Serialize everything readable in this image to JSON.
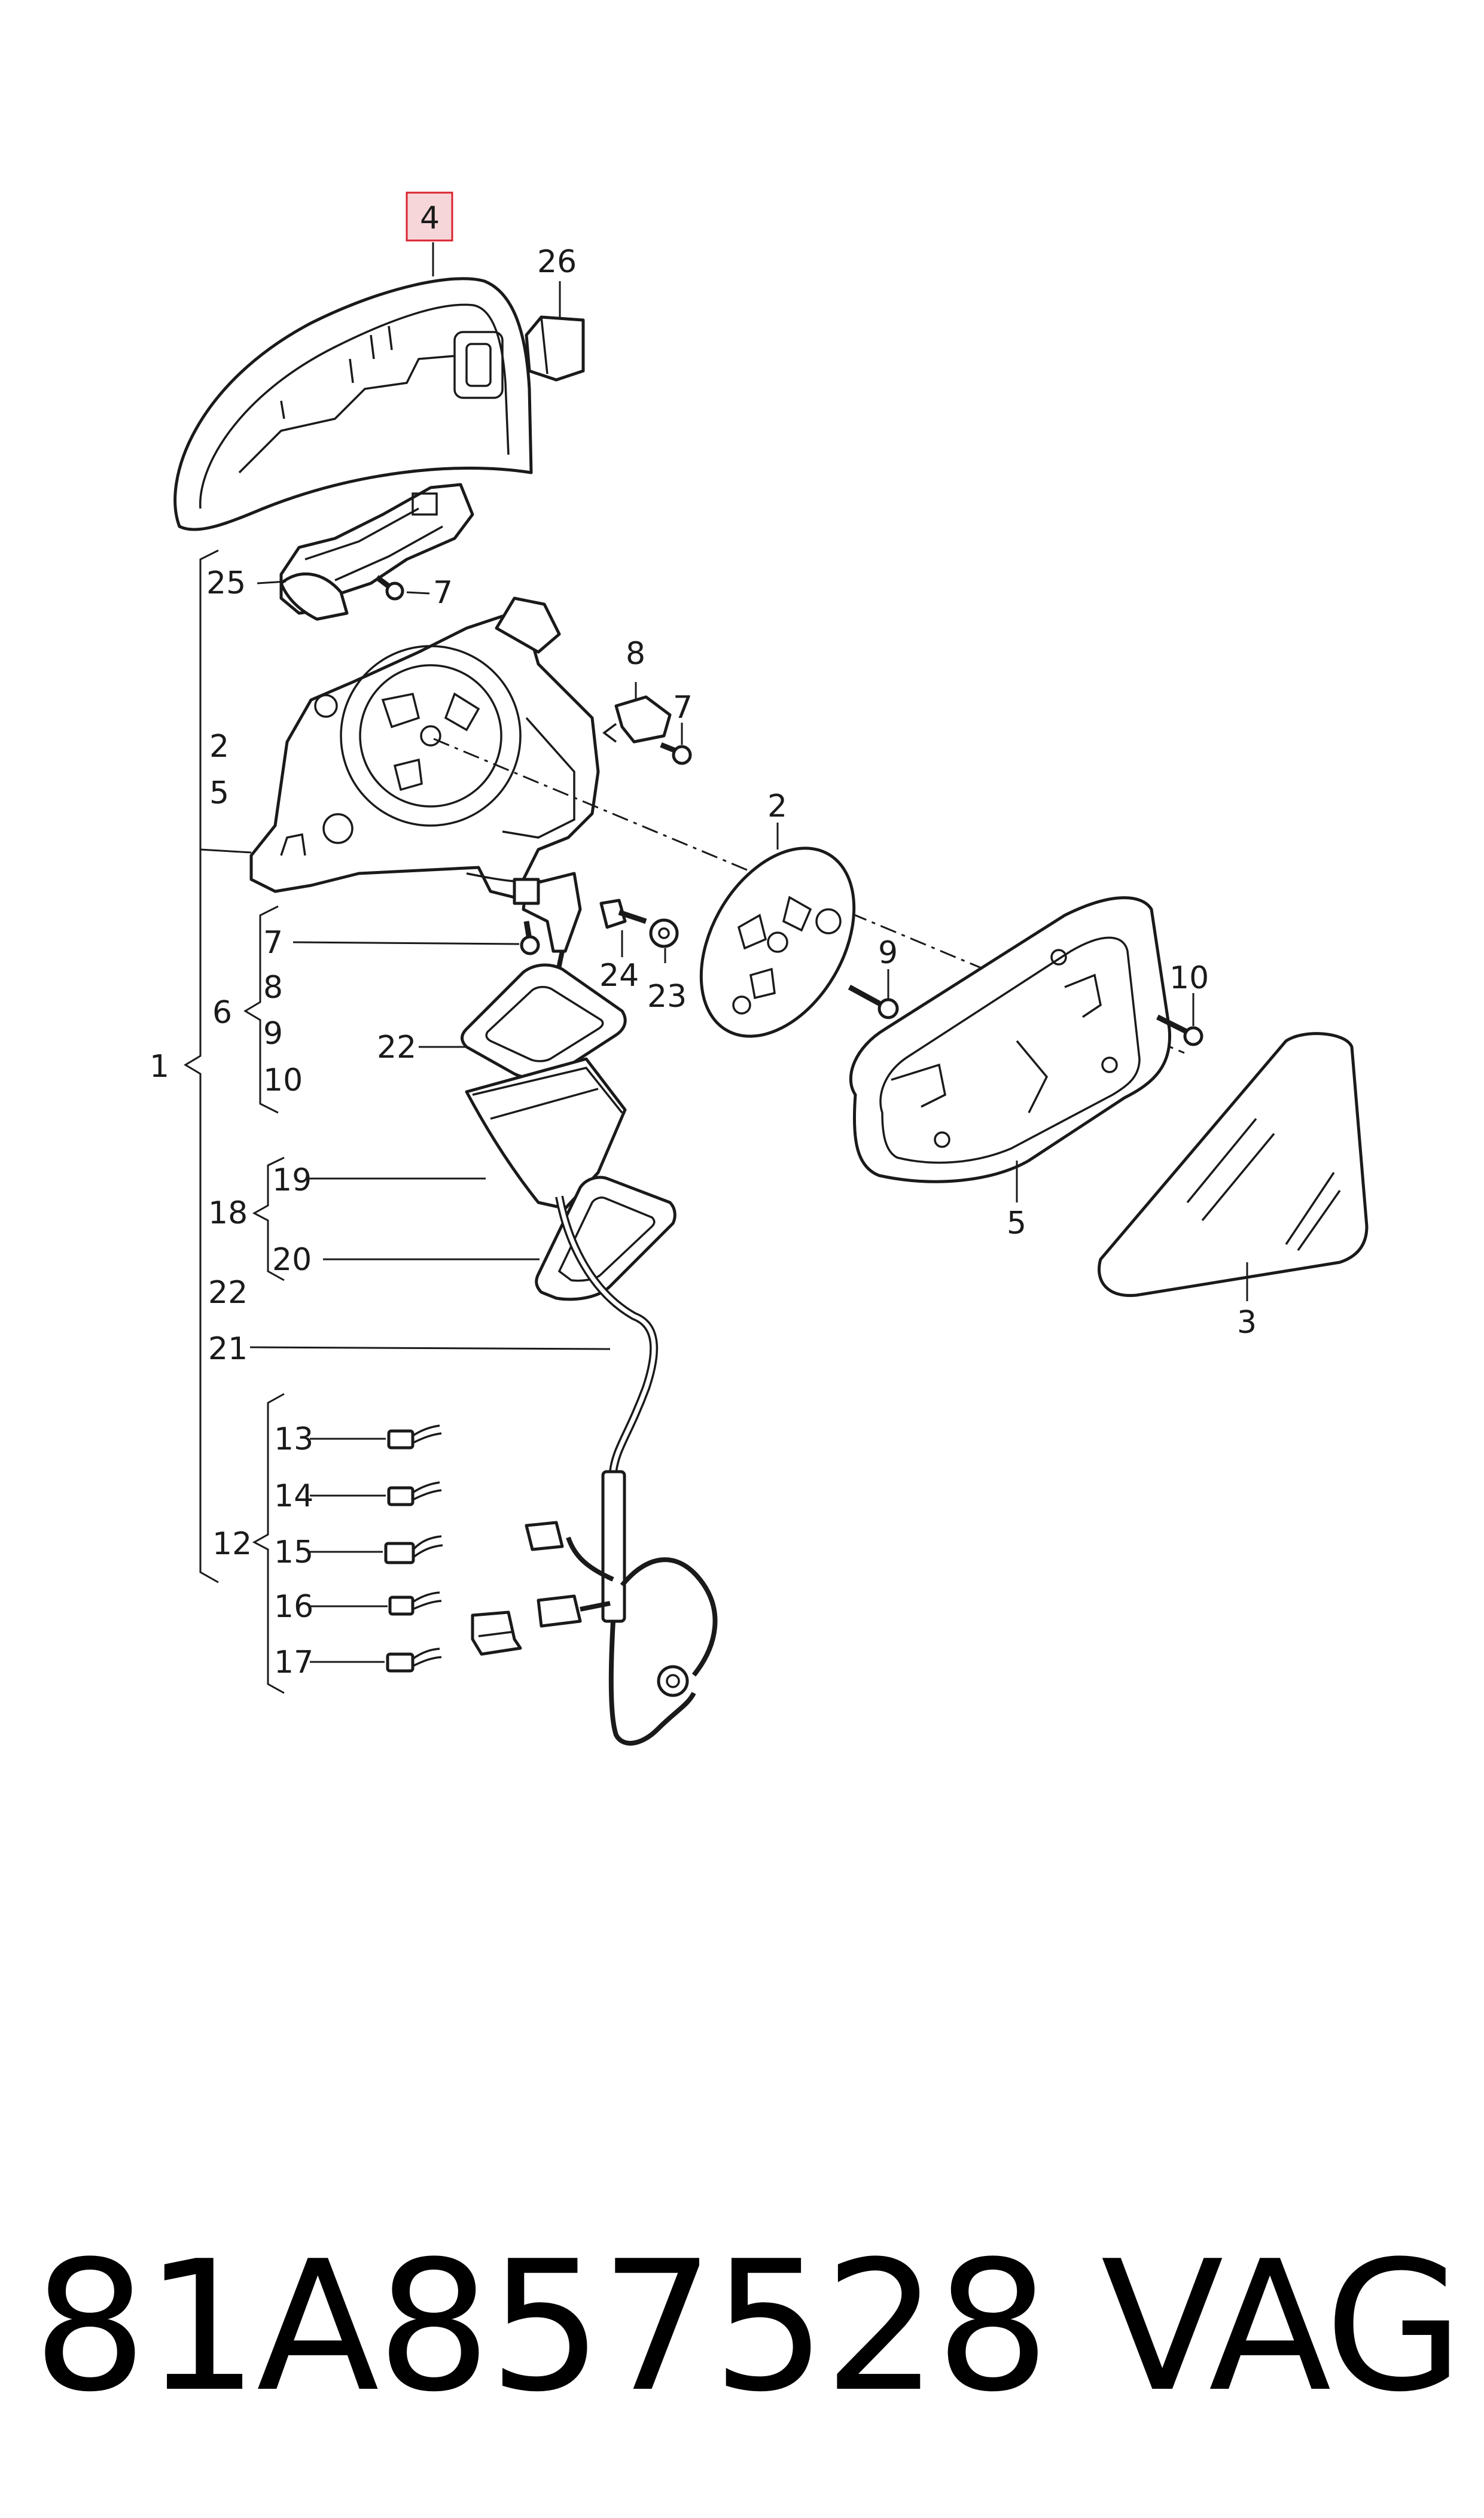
{
  "callouts": {
    "c4": "4",
    "c26": "26",
    "c25": "25",
    "c7a": "7",
    "c8a": "8",
    "c7b": "7",
    "c2a": "2",
    "c5a": "5",
    "c2b": "2",
    "c9a": "9",
    "c10a": "10",
    "c7c": "7",
    "c24": "24",
    "c23": "23",
    "c6": "6",
    "c8b": "8",
    "c9b": "9",
    "c10b": "10",
    "c22a": "22",
    "c1": "1",
    "c5b": "5",
    "c3": "3",
    "c19": "19",
    "c18": "18",
    "c20": "20",
    "c22b": "22",
    "c21": "21",
    "c13": "13",
    "c14": "14",
    "c15": "15",
    "c12": "12",
    "c16": "16",
    "c17": "17"
  },
  "highlight_color": "#f6d6d8",
  "highlight_border": "#d9232e",
  "footer": {
    "part_number": "81A857528",
    "brand": "VAG"
  }
}
